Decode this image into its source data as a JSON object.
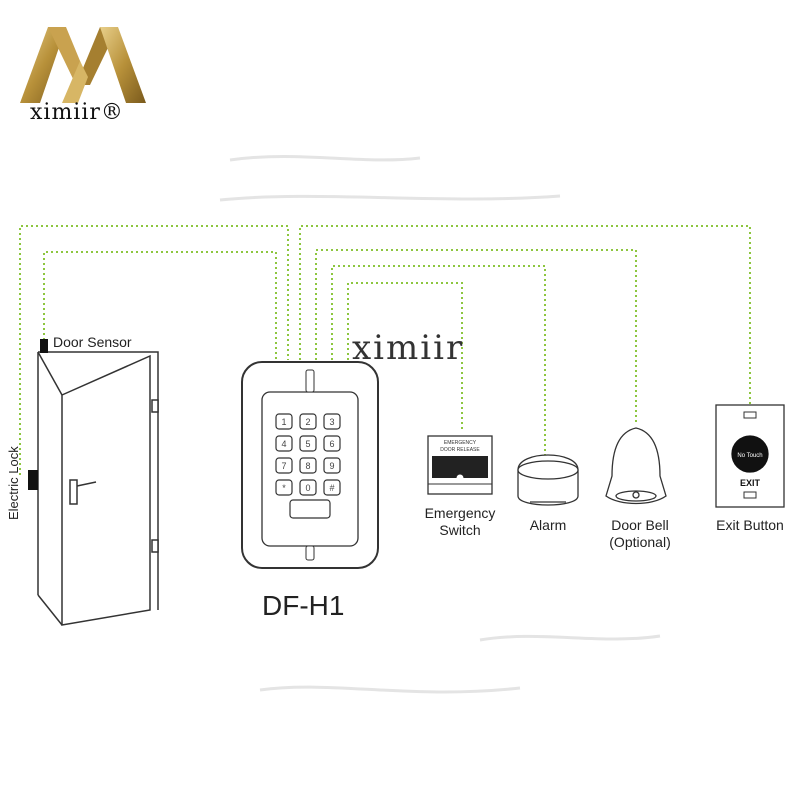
{
  "brand": {
    "logo_text": "ximiir®",
    "watermark": "ximiir",
    "colors": {
      "gold": "#b8913a",
      "gold_light": "#e2c27a",
      "wire": "#8dc63f"
    }
  },
  "device": {
    "model": "DF-H1",
    "keypad_keys": [
      "1",
      "2",
      "3",
      "4",
      "5",
      "6",
      "7",
      "8",
      "9",
      "*",
      "0",
      "#"
    ]
  },
  "labels": {
    "door_sensor": "Door Sensor",
    "electric_lock": "Electric Lock",
    "emergency_switch_line1": "Emergency",
    "emergency_switch_line2": "Switch",
    "alarm": "Alarm",
    "door_bell_line1": "Door Bell",
    "door_bell_line2": "(Optional)",
    "exit_button": "Exit Button",
    "exit_button_face": "EXIT",
    "exit_button_touch": "No Touch",
    "emergency_panel_line1": "EMERGENCY",
    "emergency_panel_line2": "DOOR RELEASE"
  }
}
